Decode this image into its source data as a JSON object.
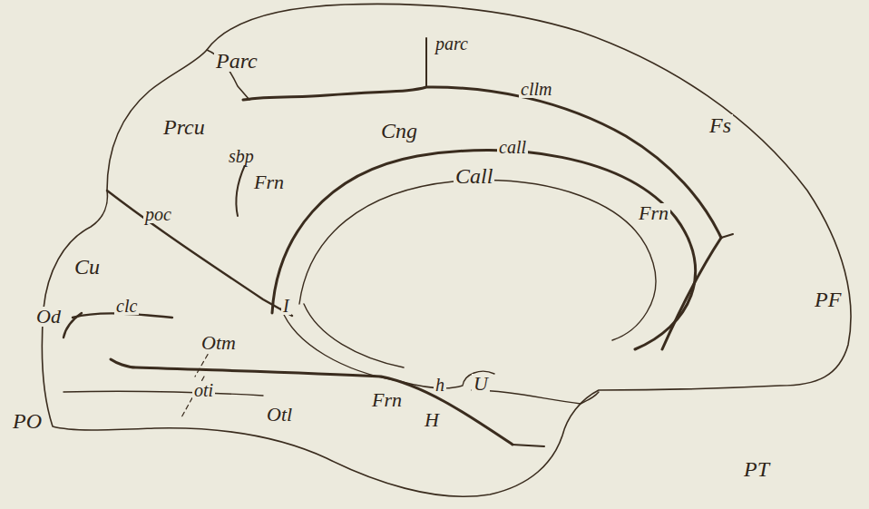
{
  "diagram": {
    "labels": [
      "Parc",
      "parc",
      "cllm",
      "Fs",
      "Prcu",
      "sbp",
      "Frn",
      "Cng",
      "Call",
      "call",
      "Frn",
      "poc",
      "Cu",
      "clc",
      "Od",
      "I",
      "Otm",
      "oti",
      "Otl",
      "PO",
      "Frn",
      "h",
      "U",
      "H",
      "PT",
      "PF"
    ]
  }
}
